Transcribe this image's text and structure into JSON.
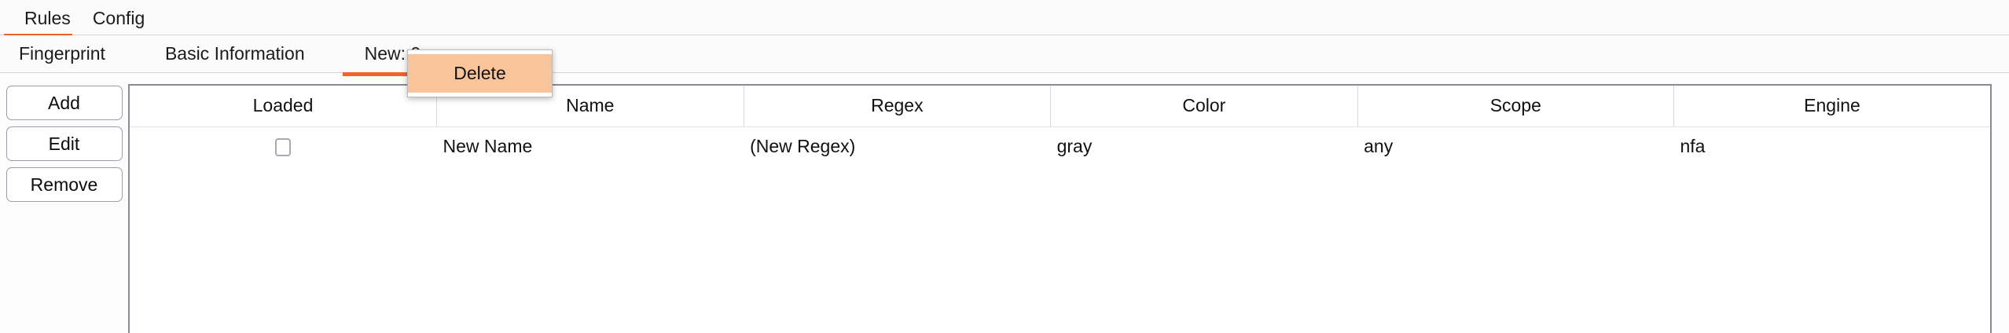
{
  "theme": {
    "accent": "#f0622b",
    "popup_fill": "#fac49a",
    "table_border": "#868a99",
    "text": "#111111"
  },
  "primary_tabs": [
    {
      "label": "Rules",
      "active": true
    },
    {
      "label": "Config",
      "active": false
    }
  ],
  "secondary_tabs": [
    {
      "label": "Fingerprint",
      "active": false
    },
    {
      "label": "Basic Information",
      "active": false
    },
    {
      "label": "New: 0",
      "active": true
    }
  ],
  "popup": {
    "items": [
      {
        "label": "Delete"
      }
    ]
  },
  "side_buttons": [
    {
      "label": "Add",
      "name": "add-button"
    },
    {
      "label": "Edit",
      "name": "edit-button"
    },
    {
      "label": "Remove",
      "name": "remove-button"
    }
  ],
  "table": {
    "columns": [
      "Loaded",
      "Name",
      "Regex",
      "Color",
      "Scope",
      "Engine"
    ],
    "rows": [
      {
        "loaded": false,
        "name": "New Name",
        "regex": "(New Regex)",
        "color": "gray",
        "scope": "any",
        "engine": "nfa"
      }
    ]
  }
}
